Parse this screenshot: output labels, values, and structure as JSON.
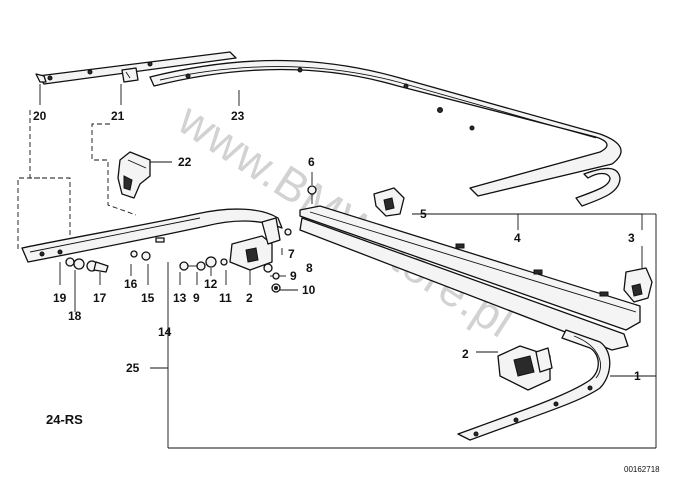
{
  "watermark": "www.BMWstore.pl",
  "section_label": "24-RS",
  "document_number": "00162718",
  "callouts": {
    "c20": "20",
    "c21": "21",
    "c23": "23",
    "c22": "22",
    "c6": "6",
    "c5": "5",
    "c4": "4",
    "c3": "3",
    "c7": "7",
    "c8": "8",
    "c9a": "9",
    "c10": "10",
    "c19": "19",
    "c17": "17",
    "c16": "16",
    "c15": "15",
    "c13": "13",
    "c9b": "9",
    "c11": "11",
    "c12": "12",
    "c2a": "2",
    "c18": "18",
    "c14": "14",
    "c25": "25",
    "c2b": "2",
    "c1": "1"
  }
}
